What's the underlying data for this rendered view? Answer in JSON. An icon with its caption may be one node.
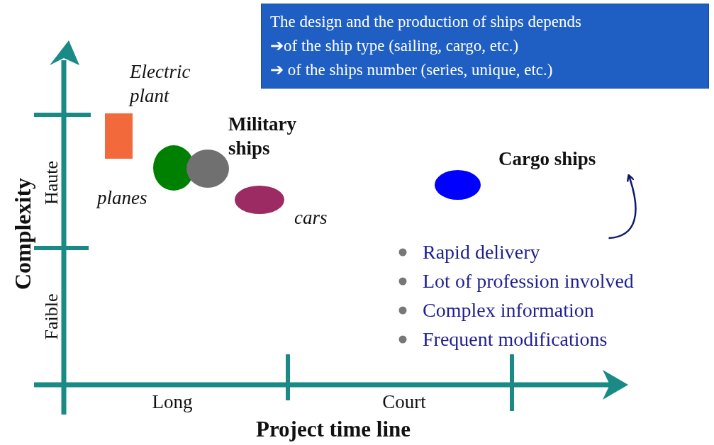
{
  "diagram": {
    "nodes": [
      {
        "text": [
          "The design and the production of ships depends",
          "➔of the ship type (sailing, cargo, etc.)",
          "➔ of the ships number (series, unique, etc.)"
        ]
      },
      {
        "text": [],
        "shape": "box",
        "beside": [
          "Electric plant"
        ]
      },
      {
        "text": [],
        "shape": "circle",
        "beside": [
          "planes"
        ]
      },
      {
        "text": [],
        "shape": "circle",
        "beside": [
          "Military ships"
        ]
      },
      {
        "text": [],
        "shape": "circle",
        "beside": [
          "cars"
        ]
      },
      {
        "text": [],
        "shape": "circle",
        "beside": [
          "Cargo ships"
        ]
      },
      {
        "text": [
          "Rapid delivery",
          "Lot of profession involved",
          "Complex information",
          "Frequent modifications"
        ]
      }
    ],
    "edges": [
      {
        "from": 6,
        "to": 5,
        "arrow": "to"
      }
    ],
    "labels": [
      "Complexity",
      "Haute",
      "Faible",
      "Long",
      "Court",
      "Project time line"
    ]
  }
}
